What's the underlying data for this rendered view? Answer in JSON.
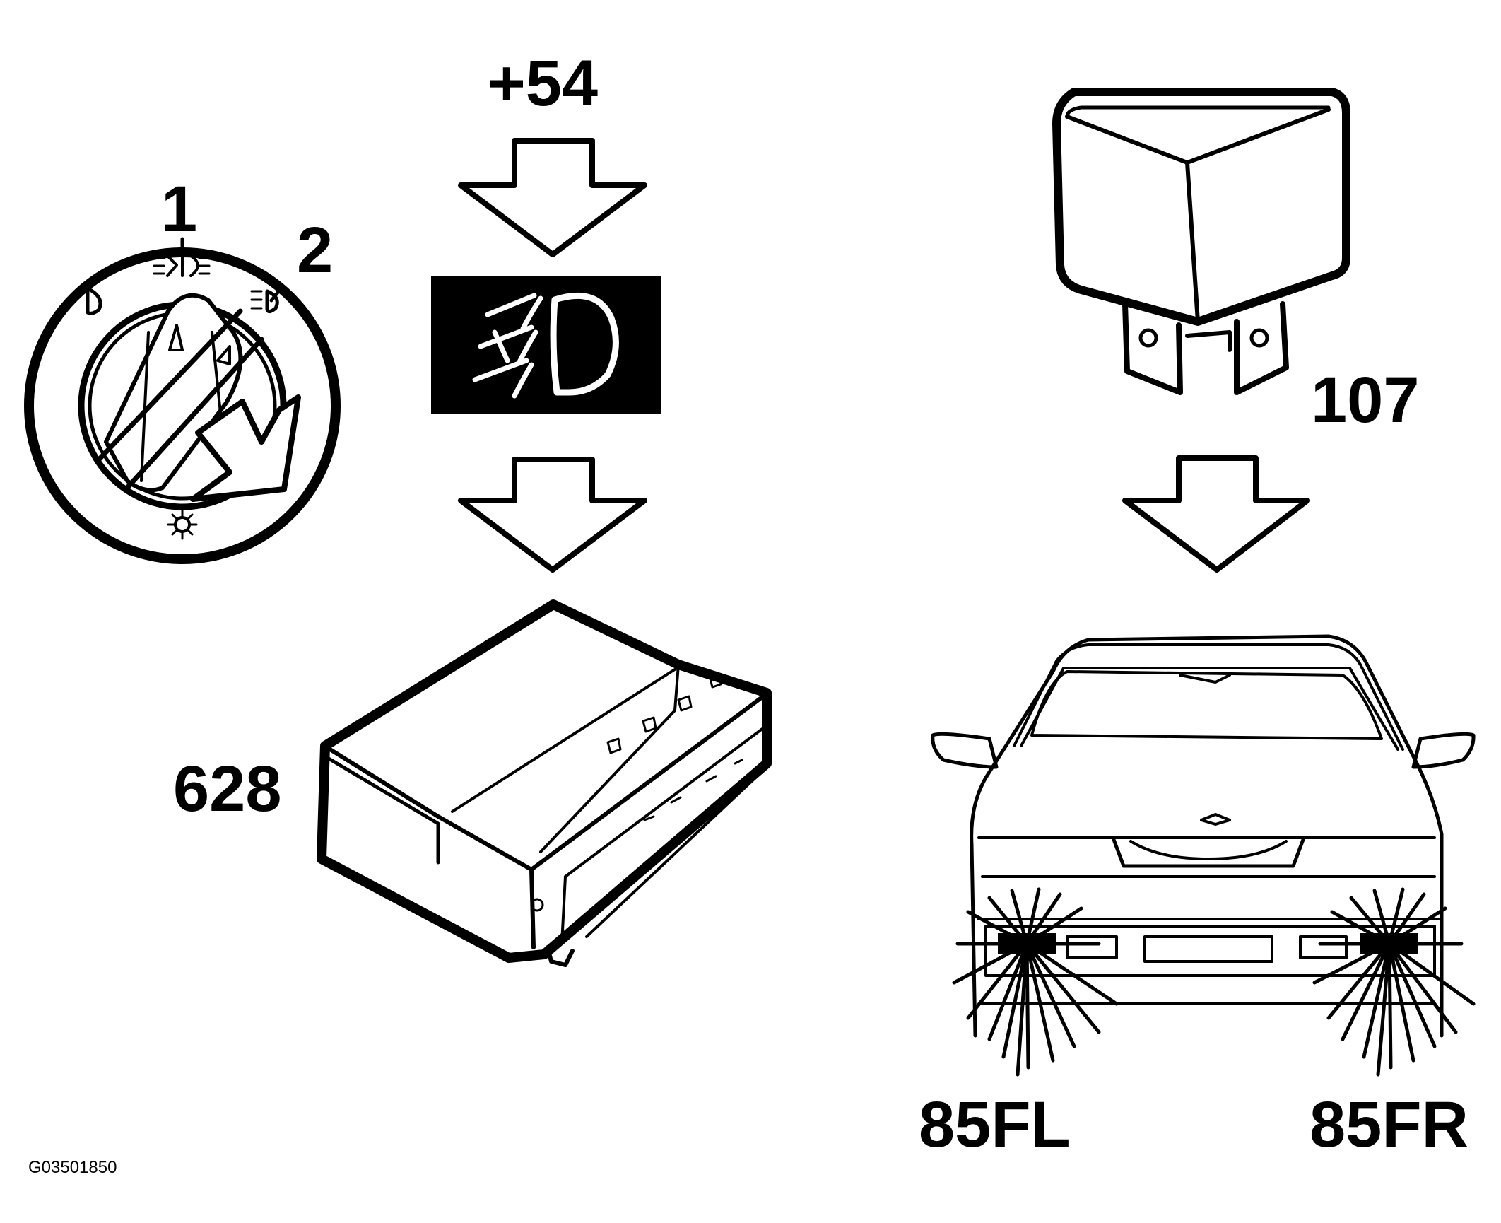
{
  "labels": {
    "switch_position_1": "1",
    "switch_position_2": "2",
    "supply": "+54",
    "relay_number": "107",
    "control_module_number": "628",
    "fog_light_left": "85FL",
    "fog_light_right": "85FR",
    "figure_id": "G03501850"
  },
  "icons": {
    "indicator": "front-fog-light-icon",
    "light_switch": "light-switch-dial-icon",
    "relay": "relay-icon",
    "module": "control-module-icon",
    "car": "car-front-view-icon"
  },
  "colors": {
    "ink": "#000000",
    "paper": "#ffffff"
  }
}
